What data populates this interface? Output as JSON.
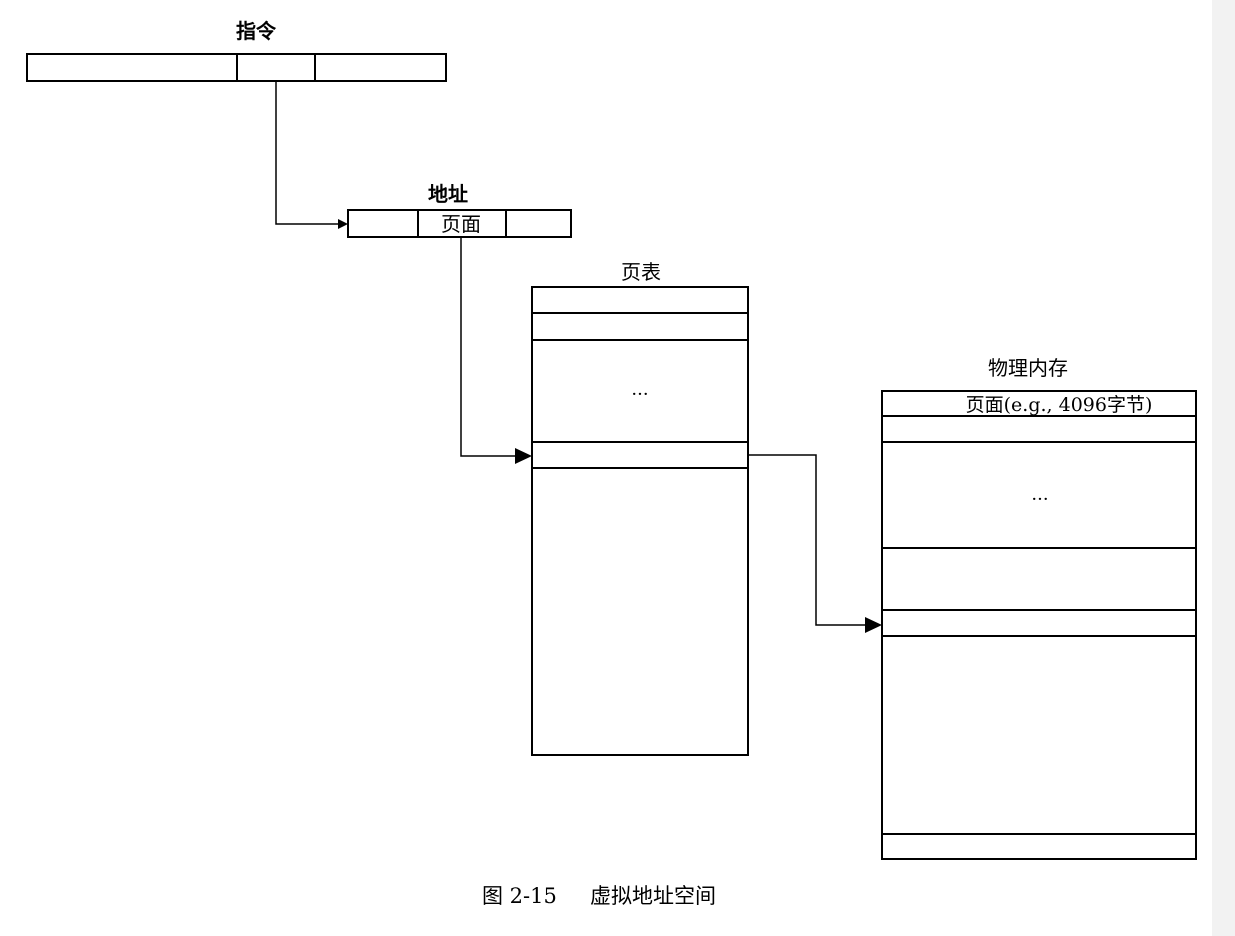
{
  "instruction": {
    "label": "指令"
  },
  "address": {
    "label": "地址",
    "page_field": "页面"
  },
  "page_table": {
    "label": "页表",
    "ellipsis": "···"
  },
  "physical_memory": {
    "label": "物理内存",
    "first_row": "页面(e.g., 4096字节)",
    "ellipsis": "···"
  },
  "caption": {
    "figure_number": "图 2-15",
    "title": "虚拟地址空间"
  }
}
